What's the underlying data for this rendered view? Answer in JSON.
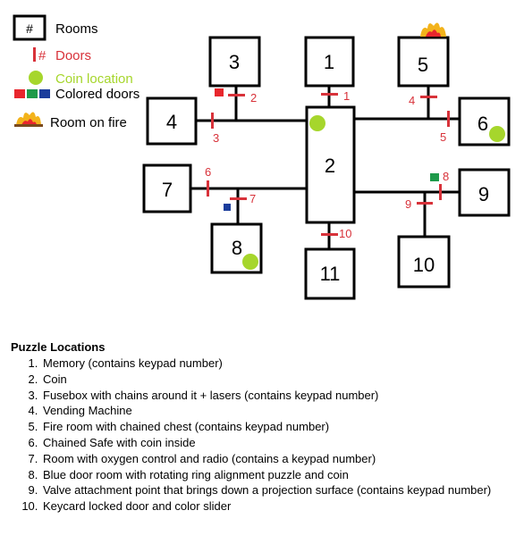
{
  "legend": {
    "room_symbol": "#",
    "rooms_label": "Rooms",
    "door_symbol": "#",
    "doors_label": "Doors",
    "coin_label": "Coin location",
    "colored_doors_label": "Colored doors",
    "fire_label": "Room on fire"
  },
  "colors": {
    "door_red": "#d8323a",
    "coin_green": "#a6d62c",
    "key_red": "#e8262d",
    "key_green": "#1e9a4a",
    "key_blue": "#1b3d9c",
    "fire": "#f3b31b"
  },
  "rooms": [
    "1",
    "2",
    "3",
    "4",
    "5",
    "6",
    "7",
    "8",
    "9",
    "10",
    "11"
  ],
  "doors": [
    "1",
    "2",
    "3",
    "4",
    "5",
    "6",
    "7",
    "8",
    "9",
    "10"
  ],
  "puzzle_section": {
    "title": "Puzzle Locations",
    "items": [
      "Memory (contains keypad number)",
      "Coin",
      "Fusebox with chains around it + lasers (contains keypad number)",
      "Vending Machine",
      "Fire room with chained chest (contains keypad number)",
      "Chained Safe with coin inside",
      "Room with oxygen control and radio (contains a keypad number)",
      "Blue door room with rotating ring alignment puzzle and coin",
      "Valve attachment point that brings down a projection surface (contains keypad number)",
      "Keycard locked door and color slider"
    ]
  }
}
